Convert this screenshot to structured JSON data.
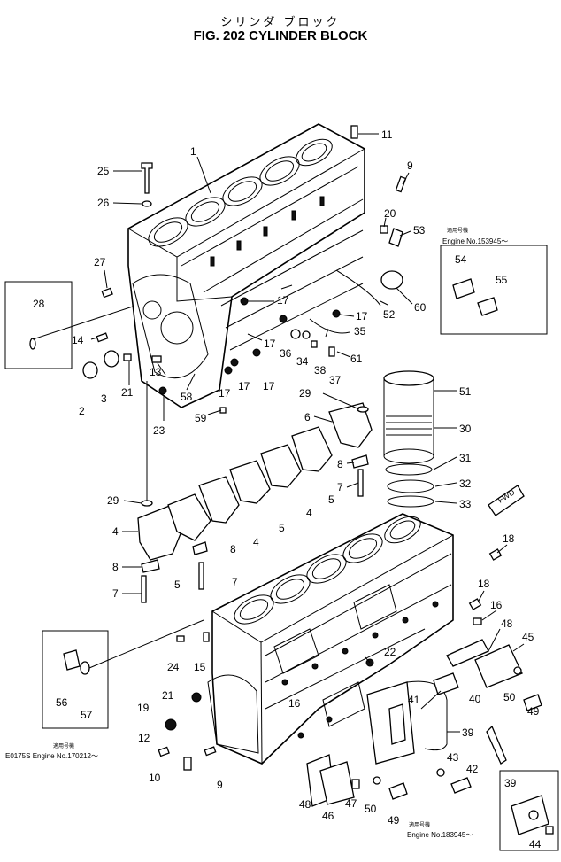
{
  "header": {
    "japanese_title": "シリンダ ブロック",
    "title": "FIG. 202  CYLINDER BLOCK"
  },
  "callouts": [
    {
      "id": "c1",
      "label": "1"
    },
    {
      "id": "c25",
      "label": "25"
    },
    {
      "id": "c26",
      "label": "26"
    },
    {
      "id": "c11",
      "label": "11"
    },
    {
      "id": "c9a",
      "label": "9"
    },
    {
      "id": "c20",
      "label": "20"
    },
    {
      "id": "c53",
      "label": "53"
    },
    {
      "id": "c27",
      "label": "27"
    },
    {
      "id": "c28",
      "label": "28"
    },
    {
      "id": "c14",
      "label": "14"
    },
    {
      "id": "c17a",
      "label": "17"
    },
    {
      "id": "c17b",
      "label": "17"
    },
    {
      "id": "c17c",
      "label": "17"
    },
    {
      "id": "c17d",
      "label": "17"
    },
    {
      "id": "c17e",
      "label": "17"
    },
    {
      "id": "c17f",
      "label": "17"
    },
    {
      "id": "c52",
      "label": "52"
    },
    {
      "id": "c60",
      "label": "60"
    },
    {
      "id": "c54",
      "label": "54"
    },
    {
      "id": "c55",
      "label": "55"
    },
    {
      "id": "c35",
      "label": "35"
    },
    {
      "id": "c36",
      "label": "36"
    },
    {
      "id": "c34",
      "label": "34"
    },
    {
      "id": "c38",
      "label": "38"
    },
    {
      "id": "c61",
      "label": "61"
    },
    {
      "id": "c37",
      "label": "37"
    },
    {
      "id": "c13",
      "label": "13"
    },
    {
      "id": "c2",
      "label": "2"
    },
    {
      "id": "c3",
      "label": "3"
    },
    {
      "id": "c21a",
      "label": "21"
    },
    {
      "id": "c58",
      "label": "58"
    },
    {
      "id": "c23",
      "label": "23"
    },
    {
      "id": "c59",
      "label": "59"
    },
    {
      "id": "c29a",
      "label": "29"
    },
    {
      "id": "c51",
      "label": "51"
    },
    {
      "id": "c6",
      "label": "6"
    },
    {
      "id": "c30",
      "label": "30"
    },
    {
      "id": "c31",
      "label": "31"
    },
    {
      "id": "c8a",
      "label": "8"
    },
    {
      "id": "c32",
      "label": "32"
    },
    {
      "id": "c7a",
      "label": "7"
    },
    {
      "id": "c33",
      "label": "33"
    },
    {
      "id": "c5a",
      "label": "5"
    },
    {
      "id": "c4a",
      "label": "4"
    },
    {
      "id": "c29b",
      "label": "29"
    },
    {
      "id": "c5b",
      "label": "5"
    },
    {
      "id": "c4b",
      "label": "4"
    },
    {
      "id": "c4c",
      "label": "4"
    },
    {
      "id": "c18a",
      "label": "18"
    },
    {
      "id": "c18b",
      "label": "18"
    },
    {
      "id": "c8b",
      "label": "8"
    },
    {
      "id": "c8c",
      "label": "8"
    },
    {
      "id": "c5c",
      "label": "5"
    },
    {
      "id": "c7b",
      "label": "7"
    },
    {
      "id": "c7c",
      "label": "7"
    },
    {
      "id": "c16a",
      "label": "16"
    },
    {
      "id": "c48a",
      "label": "48"
    },
    {
      "id": "c45",
      "label": "45"
    },
    {
      "id": "c24",
      "label": "24"
    },
    {
      "id": "c15",
      "label": "15"
    },
    {
      "id": "c22",
      "label": "22"
    },
    {
      "id": "c56",
      "label": "56"
    },
    {
      "id": "c57",
      "label": "57"
    },
    {
      "id": "c21b",
      "label": "21"
    },
    {
      "id": "c16b",
      "label": "16"
    },
    {
      "id": "c41",
      "label": "41"
    },
    {
      "id": "c40",
      "label": "40"
    },
    {
      "id": "c50a",
      "label": "50"
    },
    {
      "id": "c49a",
      "label": "49"
    },
    {
      "id": "c19",
      "label": "19"
    },
    {
      "id": "c39a",
      "label": "39"
    },
    {
      "id": "c12",
      "label": "12"
    },
    {
      "id": "c43",
      "label": "43"
    },
    {
      "id": "c42",
      "label": "42"
    },
    {
      "id": "c10",
      "label": "10"
    },
    {
      "id": "c9b",
      "label": "9"
    },
    {
      "id": "c39b",
      "label": "39"
    },
    {
      "id": "c48b",
      "label": "48"
    },
    {
      "id": "c46",
      "label": "46"
    },
    {
      "id": "c47",
      "label": "47"
    },
    {
      "id": "c50b",
      "label": "50"
    },
    {
      "id": "c49b",
      "label": "49"
    },
    {
      "id": "c44",
      "label": "44"
    }
  ],
  "notes": {
    "n1_jp": "適用号機",
    "n1": "Engine No.153945～",
    "n2_jp": "適用号機",
    "n2": "E0175S  Engine No.170212～",
    "n3_jp": "適用号機",
    "n3": "Engine No.183945～"
  },
  "fwd_label": "FWD"
}
